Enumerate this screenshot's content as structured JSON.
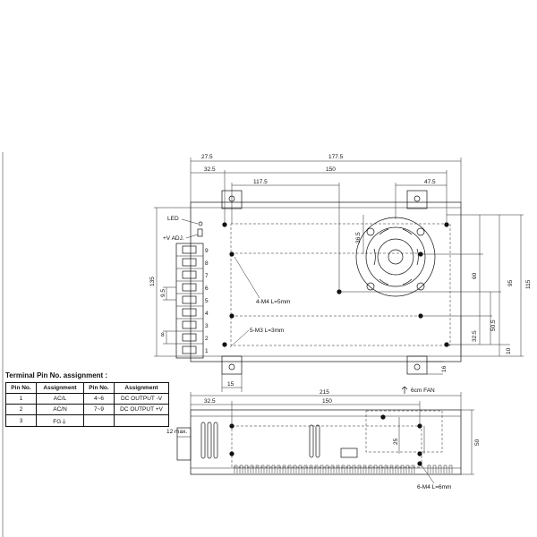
{
  "top_view": {
    "dims": {
      "d_27_5": "27.5",
      "d_177_5": "177.5",
      "d_32_5": "32.5",
      "d_150": "150",
      "d_117_5": "117.5",
      "d_47_5": "47.5",
      "d_135": "135",
      "d_36_5": "36.5",
      "d_60": "60",
      "d_95": "95",
      "d_115": "115",
      "d_50_5": "50.5",
      "d_32_5_b": "32.5",
      "d_10": "10",
      "d_15": "15",
      "d_16": "16",
      "d_9_5": "9.5",
      "d_8": "8"
    },
    "labels": {
      "led": "LED",
      "vadj": "+V ADJ.",
      "m4_note": "4-M4 L=5mm",
      "m3_note": "5-M3 L=3mm",
      "fan_note": "6cm FAN"
    },
    "pins": [
      "9",
      "8",
      "7",
      "6",
      "5",
      "4",
      "3",
      "2",
      "1"
    ]
  },
  "side_view": {
    "dims": {
      "d_215": "215",
      "d_32_5": "32.5",
      "d_150": "150",
      "d_12max": "12 max.",
      "d_25": "25",
      "d_50": "50"
    },
    "labels": {
      "m4_note": "6-M4 L=6mm"
    }
  },
  "pin_table": {
    "title": "Terminal Pin No. assignment :",
    "headers": [
      "Pin No.",
      "Assignment",
      "Pin No.",
      "Assignment"
    ],
    "rows": [
      [
        "1",
        "AC/L",
        "4~6",
        "DC OUTPUT -V"
      ],
      [
        "2",
        "AC/N",
        "7~9",
        "DC OUTPUT +V"
      ],
      [
        "3",
        "FG⏚",
        "",
        ""
      ]
    ]
  }
}
